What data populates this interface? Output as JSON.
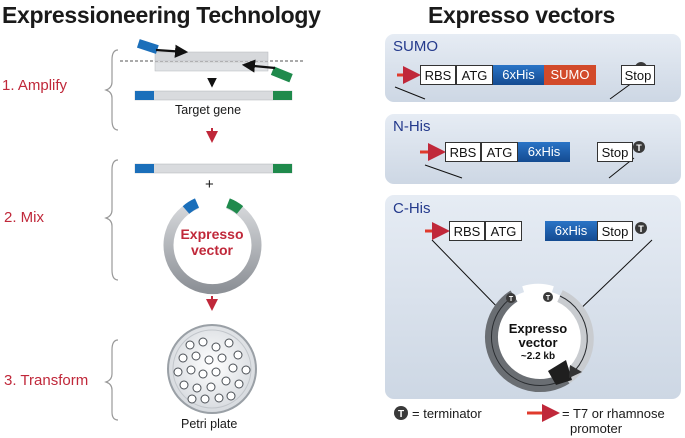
{
  "left": {
    "title": "Expressioneering Technology",
    "steps": [
      "1. Amplify",
      "2. Mix",
      "3. Transform"
    ],
    "target_gene": "Target gene",
    "plus": "+",
    "vector_line1": "Expresso",
    "vector_line2": "vector",
    "petri": "Petri plate"
  },
  "right": {
    "title": "Expresso vectors",
    "panels": [
      {
        "title": "SUMO",
        "boxes": [
          "RBS",
          "ATG",
          "6xHis",
          "SUMO",
          "Stop"
        ]
      },
      {
        "title": "N-His",
        "boxes": [
          "RBS",
          "ATG",
          "6xHis",
          "Stop"
        ]
      },
      {
        "title": "C-His",
        "boxes": [
          "RBS",
          "ATG",
          "6xHis",
          "Stop"
        ]
      }
    ],
    "vector_line1": "Expresso",
    "vector_line2": "vector",
    "vector_size": "~2.2 kb",
    "terminator_symbol": "T",
    "legend_terminator": "= terminator",
    "legend_promoter_line1": "= T7 or rhamnose",
    "legend_promoter_line2": "promoter"
  },
  "colors": {
    "red": "#c0283a",
    "blue": "#1b5fae",
    "green": "#1f8a4c",
    "sumo": "#d24a2a",
    "panel": "#dbe3ee"
  }
}
